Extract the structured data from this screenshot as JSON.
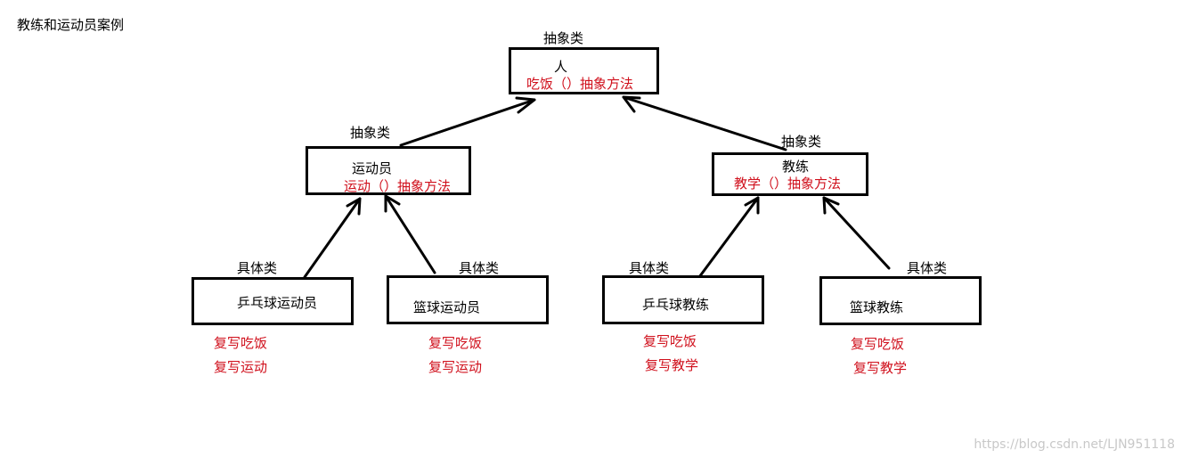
{
  "title": "教练和运动员案例",
  "watermark": "https://blog.csdn.net/LJN951118",
  "colors": {
    "line": "#000000",
    "method_text": "#d0101c",
    "watermark": "#c8c8c8"
  },
  "nodes": {
    "person": {
      "kind": "抽象类",
      "name": "人",
      "method": "吃饭（）抽象方法"
    },
    "athlete": {
      "kind": "抽象类",
      "name": "运动员",
      "method": "运动（）抽象方法"
    },
    "coach": {
      "kind": "抽象类",
      "name": "教练",
      "method": "教学（）抽象方法"
    },
    "pp_athlete": {
      "kind": "具体类",
      "name": "乒乓球运动员",
      "overrides": [
        "复写吃饭",
        "复写运动"
      ]
    },
    "bb_athlete": {
      "kind": "具体类",
      "name": "篮球运动员",
      "overrides": [
        "复写吃饭",
        "复写运动"
      ]
    },
    "pp_coach": {
      "kind": "具体类",
      "name": "乒乓球教练",
      "overrides": [
        "复写吃饭",
        "复写教学"
      ]
    },
    "bb_coach": {
      "kind": "具体类",
      "name": "篮球教练",
      "overrides": [
        "复写吃饭",
        "复写教学"
      ]
    }
  },
  "edges": [
    {
      "from": "athlete",
      "to": "person"
    },
    {
      "from": "coach",
      "to": "person"
    },
    {
      "from": "pp_athlete",
      "to": "athlete"
    },
    {
      "from": "bb_athlete",
      "to": "athlete"
    },
    {
      "from": "pp_coach",
      "to": "coach"
    },
    {
      "from": "bb_coach",
      "to": "coach"
    }
  ]
}
